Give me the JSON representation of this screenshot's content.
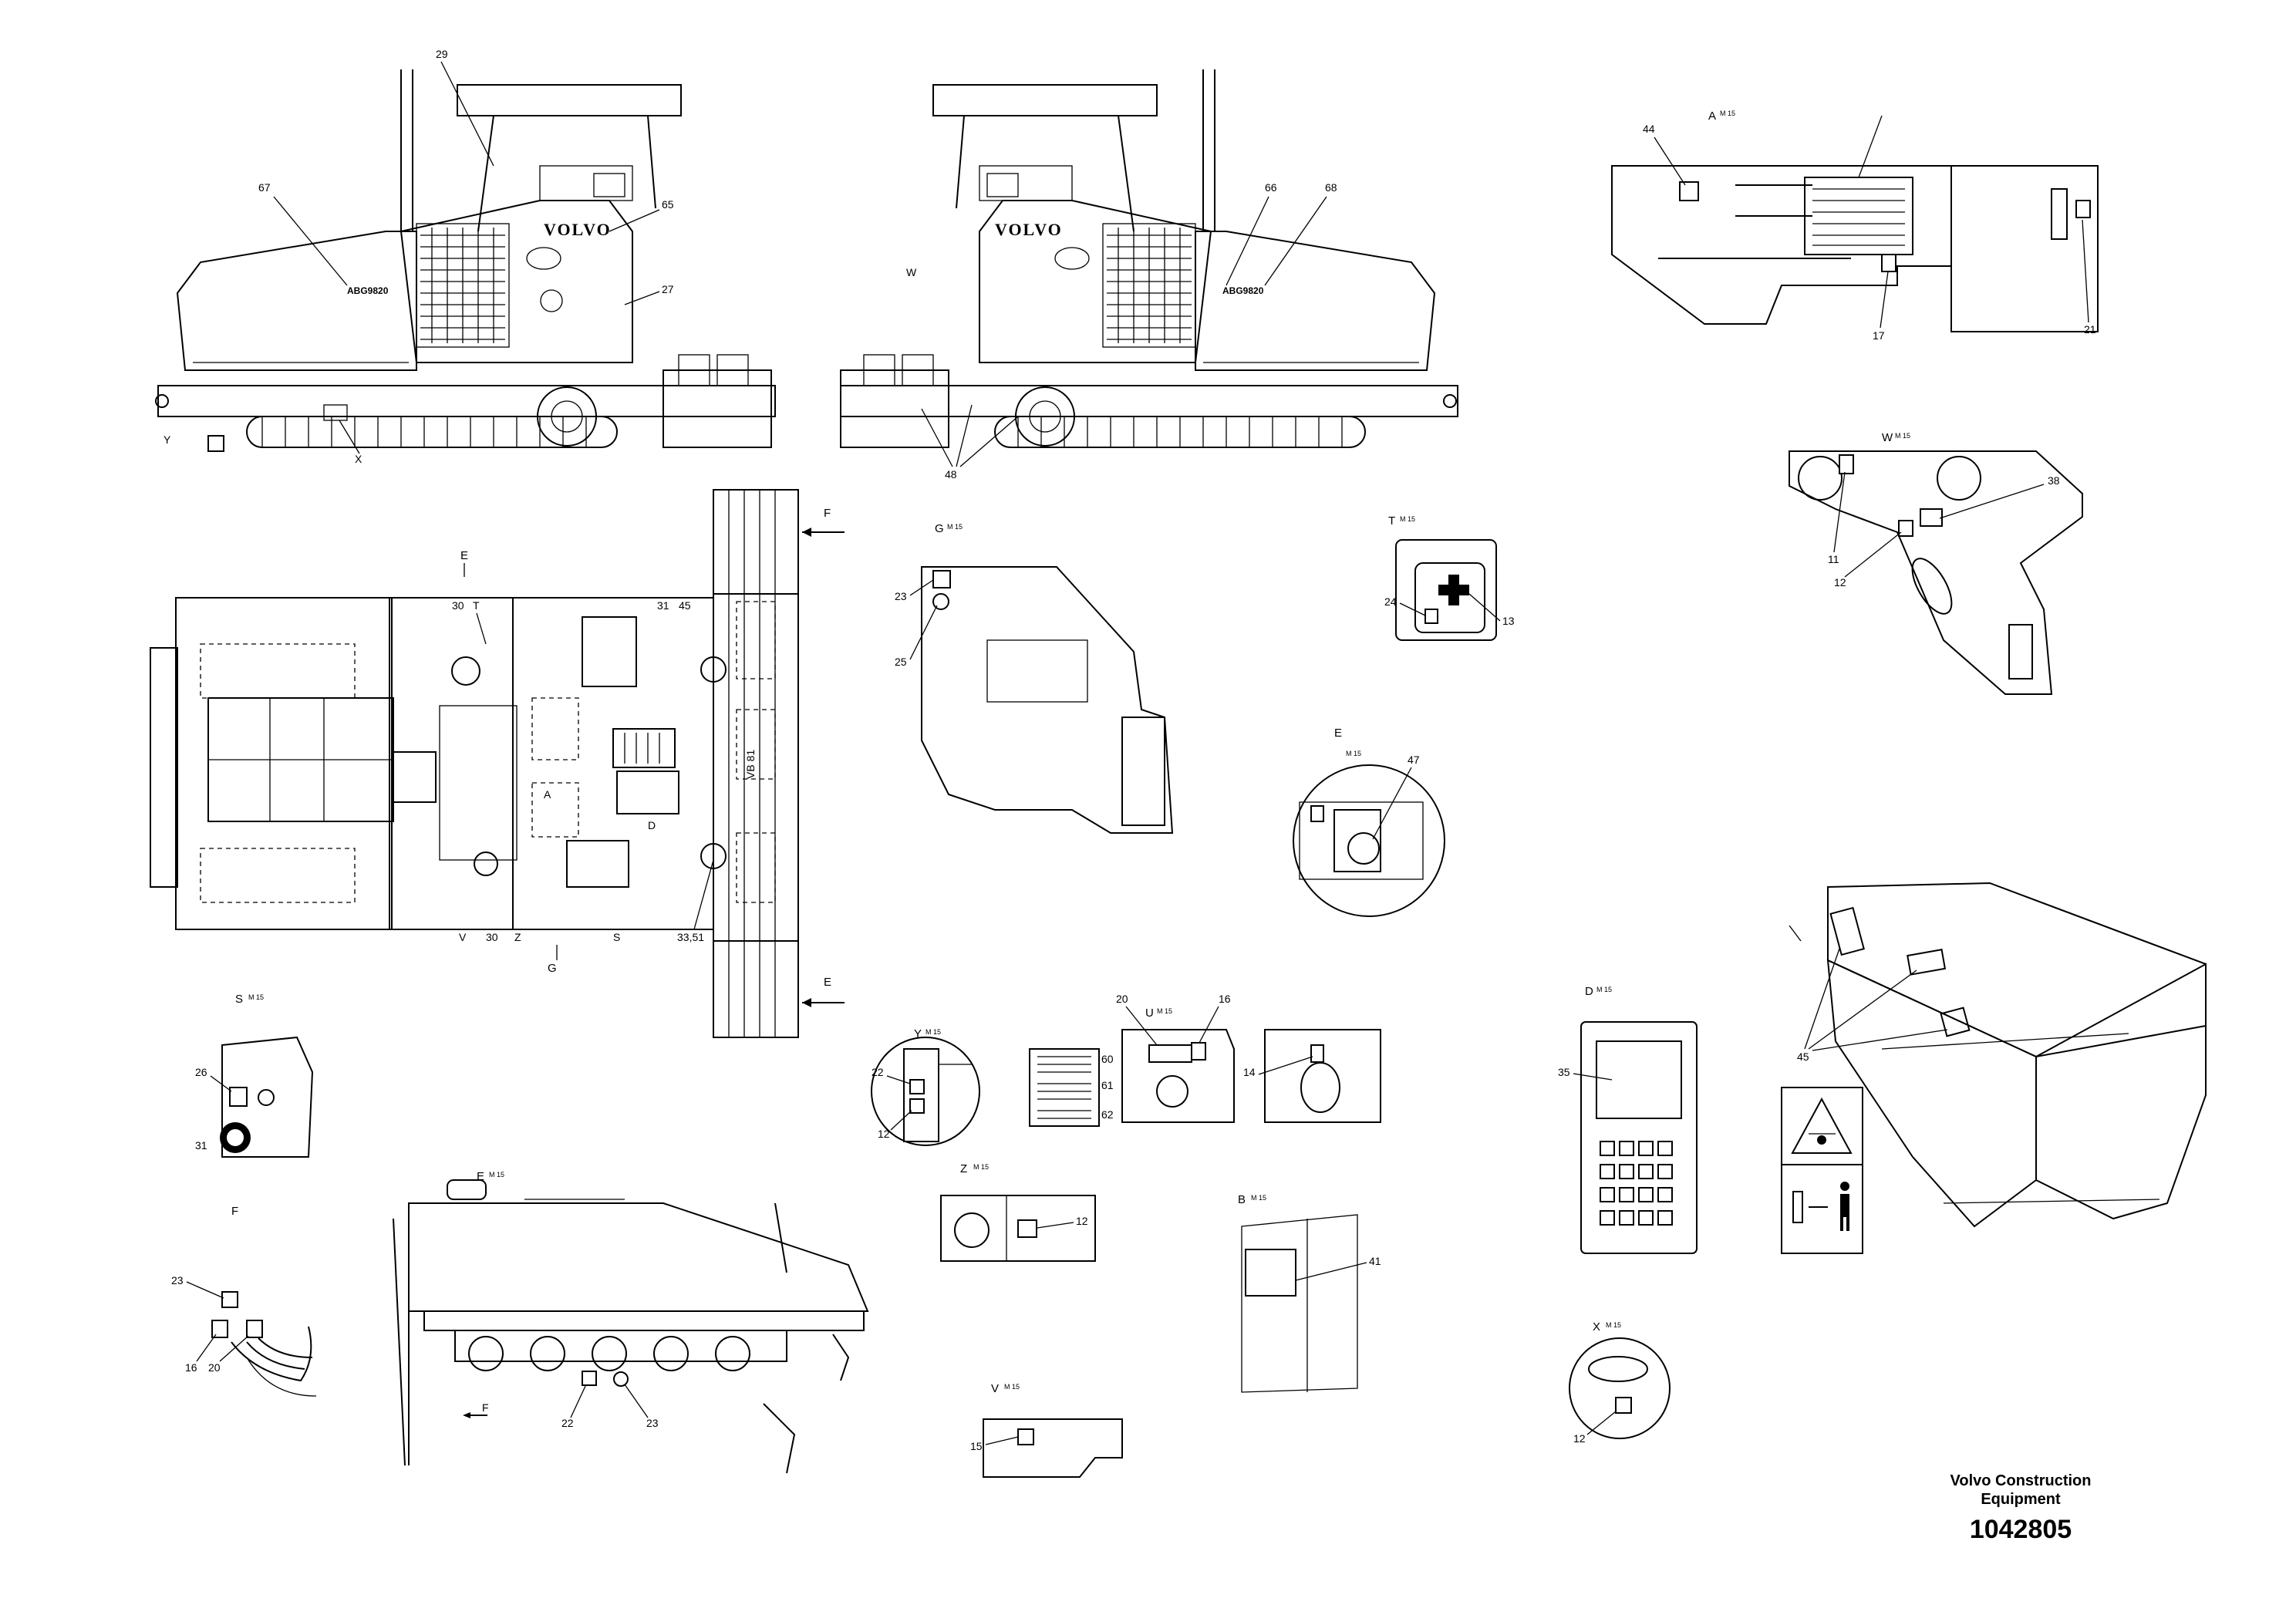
{
  "footer": {
    "company_line1": "Volvo Construction",
    "company_line2": "Equipment",
    "drawing_number": "1042805"
  },
  "machine": {
    "brand": "VOLVO",
    "model_left": "ABG9820",
    "model_right": "ABG9820",
    "screed_mark": "VB 81"
  },
  "views": {
    "A": {
      "title": "A",
      "sub": "M 15"
    },
    "W": {
      "title": "W",
      "sub": "M 15"
    },
    "G": {
      "title": "G",
      "sub": "M 15"
    },
    "T": {
      "title": "T",
      "sub": "M 15"
    },
    "E_top": {
      "title": "E",
      "sub": "M 15"
    },
    "E_plan": {
      "title": "E"
    },
    "G_plan": {
      "title": "G"
    },
    "F_arrow": {
      "title": "F"
    },
    "E_arrow": {
      "title": "E"
    },
    "S": {
      "title": "S",
      "sub": "M 15"
    },
    "Y": {
      "title": "Y",
      "sub": "M 15"
    },
    "U": {
      "title": "U",
      "sub": "M 15"
    },
    "D": {
      "title": "D",
      "sub": "M 15"
    },
    "E_side": {
      "title": "E",
      "sub": "M 15"
    },
    "F": {
      "title": "F"
    },
    "Z": {
      "title": "Z",
      "sub": "M 15"
    },
    "B": {
      "title": "B",
      "sub": "M 15"
    },
    "X": {
      "title": "X",
      "sub": "M 15"
    },
    "V": {
      "title": "V",
      "sub": "M 15"
    }
  },
  "callouts": {
    "c29": "29",
    "c67": "67",
    "c65": "65",
    "c27": "27",
    "cY": "Y",
    "cX": "X",
    "c66": "66",
    "c68": "68",
    "cW": "W",
    "c48": "48",
    "c44": "44",
    "c17": "17",
    "c21": "21",
    "c11": "11",
    "c12w": "12",
    "c38": "38",
    "c23g": "23",
    "c25g": "25",
    "c24t": "24",
    "c13t": "13",
    "c47": "47",
    "c30a": "30",
    "cTp": "T",
    "c31p": "31",
    "c45p": "45",
    "cAp": "A",
    "cDp": "D",
    "cVp": "V",
    "c30b": "30",
    "cZp": "Z",
    "cSp": "S",
    "c3351": "33,51",
    "c26": "26",
    "c31s": "31",
    "c22y": "22",
    "c12y": "12",
    "c20u": "20",
    "c16u": "16",
    "c60": "60",
    "c61": "61",
    "c62": "62",
    "c14": "14",
    "c35": "35",
    "c45": "45",
    "c22e": "22",
    "c23e": "23",
    "cFe": "F",
    "c23f": "23",
    "c16f": "16",
    "c20f": "20",
    "c12z": "12",
    "c41": "41",
    "c12x": "12",
    "c15": "15"
  }
}
